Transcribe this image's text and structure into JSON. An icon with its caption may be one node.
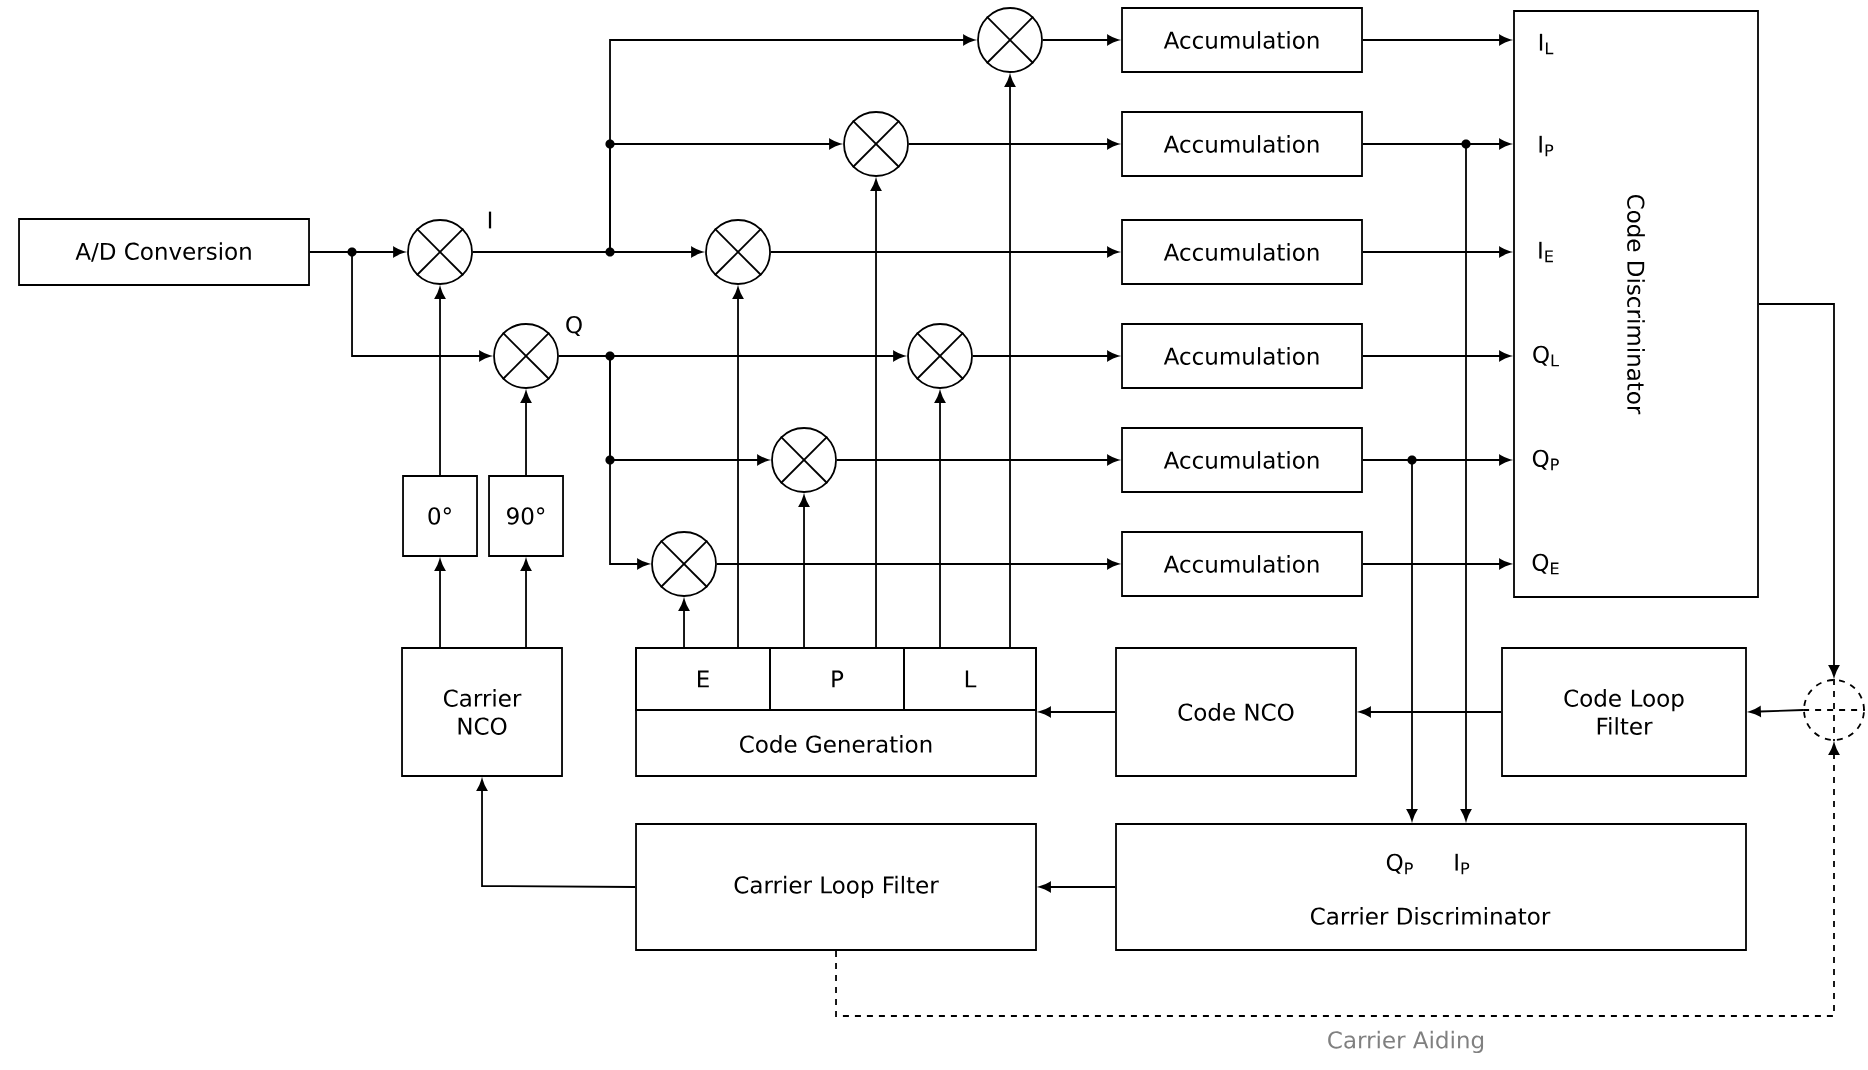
{
  "diagram": {
    "nodes": [
      {
        "text": [
          "A/D Conversion"
        ]
      },
      {
        "text": [],
        "shape": "circle"
      },
      {
        "text": [],
        "shape": "circle"
      },
      {
        "text": [
          "0°"
        ]
      },
      {
        "text": [
          "90°"
        ]
      },
      {
        "text": [
          "Carrier NCO"
        ]
      },
      {
        "text": [],
        "shape": "circle"
      },
      {
        "text": [],
        "shape": "circle"
      },
      {
        "text": [],
        "shape": "circle"
      },
      {
        "text": [],
        "shape": "circle"
      },
      {
        "text": [],
        "shape": "circle"
      },
      {
        "text": [],
        "shape": "circle"
      },
      {
        "text": [
          "Accumulation"
        ]
      },
      {
        "text": [
          "Accumulation"
        ]
      },
      {
        "text": [
          "Accumulation"
        ]
      },
      {
        "text": [
          "Accumulation"
        ]
      },
      {
        "text": [
          "Accumulation"
        ]
      },
      {
        "text": [
          "Accumulation"
        ]
      },
      {
        "text": [
          "Code Discriminator",
          "I$_{L}$",
          "I$_{P}$",
          "I$_{E}$",
          "Q$_{L}$",
          "Q$_{P}$",
          "Q$_{E}$"
        ]
      },
      {
        "text": [
          "Code Generation"
        ]
      },
      {
        "text": [
          "E"
        ],
        "in": 19
      },
      {
        "text": [
          "P"
        ],
        "in": 19
      },
      {
        "text": [
          "L"
        ],
        "in": 19
      },
      {
        "text": [
          "Code NCO"
        ]
      },
      {
        "text": [
          "Code Loop Filter"
        ]
      },
      {
        "text": [
          "Carrier Loop Filter"
        ]
      },
      {
        "text": [
          "Q$_{P}$",
          "I$_{P}$",
          "Carrier Discriminator"
        ]
      },
      {
        "text": [],
        "shape": "circle"
      }
    ],
    "edges": [
      {
        "from": 0,
        "to": 1,
        "arrow": "to"
      },
      {
        "from": 0,
        "to": 2,
        "arrow": "to"
      },
      {
        "from": 3,
        "to": 1,
        "arrow": "to"
      },
      {
        "from": 4,
        "to": 2,
        "arrow": "to"
      },
      {
        "from": 5,
        "to": 3,
        "arrow": "to"
      },
      {
        "from": 5,
        "to": 4,
        "arrow": "to"
      },
      {
        "from": 1,
        "to": 6,
        "arrow": "to"
      },
      {
        "from": 1,
        "to": 7,
        "arrow": "to"
      },
      {
        "from": 1,
        "to": 8,
        "arrow": "to"
      },
      {
        "from": 2,
        "to": 9,
        "arrow": "to"
      },
      {
        "from": 2,
        "to": 10,
        "arrow": "to"
      },
      {
        "from": 2,
        "to": 11,
        "arrow": "to"
      },
      {
        "from": 6,
        "to": 12,
        "arrow": "to"
      },
      {
        "from": 7,
        "to": 13,
        "arrow": "to"
      },
      {
        "from": 8,
        "to": 14,
        "arrow": "to"
      },
      {
        "from": 9,
        "to": 15,
        "arrow": "to"
      },
      {
        "from": 10,
        "to": 16,
        "arrow": "to"
      },
      {
        "from": 11,
        "to": 17,
        "arrow": "to"
      },
      {
        "from": 12,
        "to": 18,
        "arrow": "to"
      },
      {
        "from": 13,
        "to": 18,
        "arrow": "to"
      },
      {
        "from": 14,
        "to": 18,
        "arrow": "to"
      },
      {
        "from": 15,
        "to": 18,
        "arrow": "to"
      },
      {
        "from": 16,
        "to": 18,
        "arrow": "to"
      },
      {
        "from": 17,
        "to": 18,
        "arrow": "to"
      },
      {
        "from": 13,
        "to": 26,
        "arrow": "to"
      },
      {
        "from": 16,
        "to": 26,
        "arrow": "to"
      },
      {
        "from": 20,
        "to": 11,
        "arrow": "to"
      },
      {
        "from": 20,
        "to": 8,
        "arrow": "to"
      },
      {
        "from": 21,
        "to": 10,
        "arrow": "to"
      },
      {
        "from": 21,
        "to": 7,
        "arrow": "to"
      },
      {
        "from": 22,
        "to": 9,
        "arrow": "to"
      },
      {
        "from": 22,
        "to": 6,
        "arrow": "to"
      },
      {
        "from": 23,
        "to": 19,
        "arrow": "to"
      },
      {
        "from": 24,
        "to": 23,
        "arrow": "to"
      },
      {
        "from": 18,
        "to": 27,
        "arrow": "to"
      },
      {
        "from": 27,
        "to": 24,
        "arrow": "to"
      },
      {
        "from": 25,
        "to": 27,
        "arrow": "to",
        "style": "dashed",
        "label": "Carrier Aiding"
      },
      {
        "from": 26,
        "to": 25,
        "arrow": "to"
      },
      {
        "from": 25,
        "to": 5,
        "arrow": "to"
      }
    ],
    "labels": [
      "I",
      "Q"
    ]
  }
}
